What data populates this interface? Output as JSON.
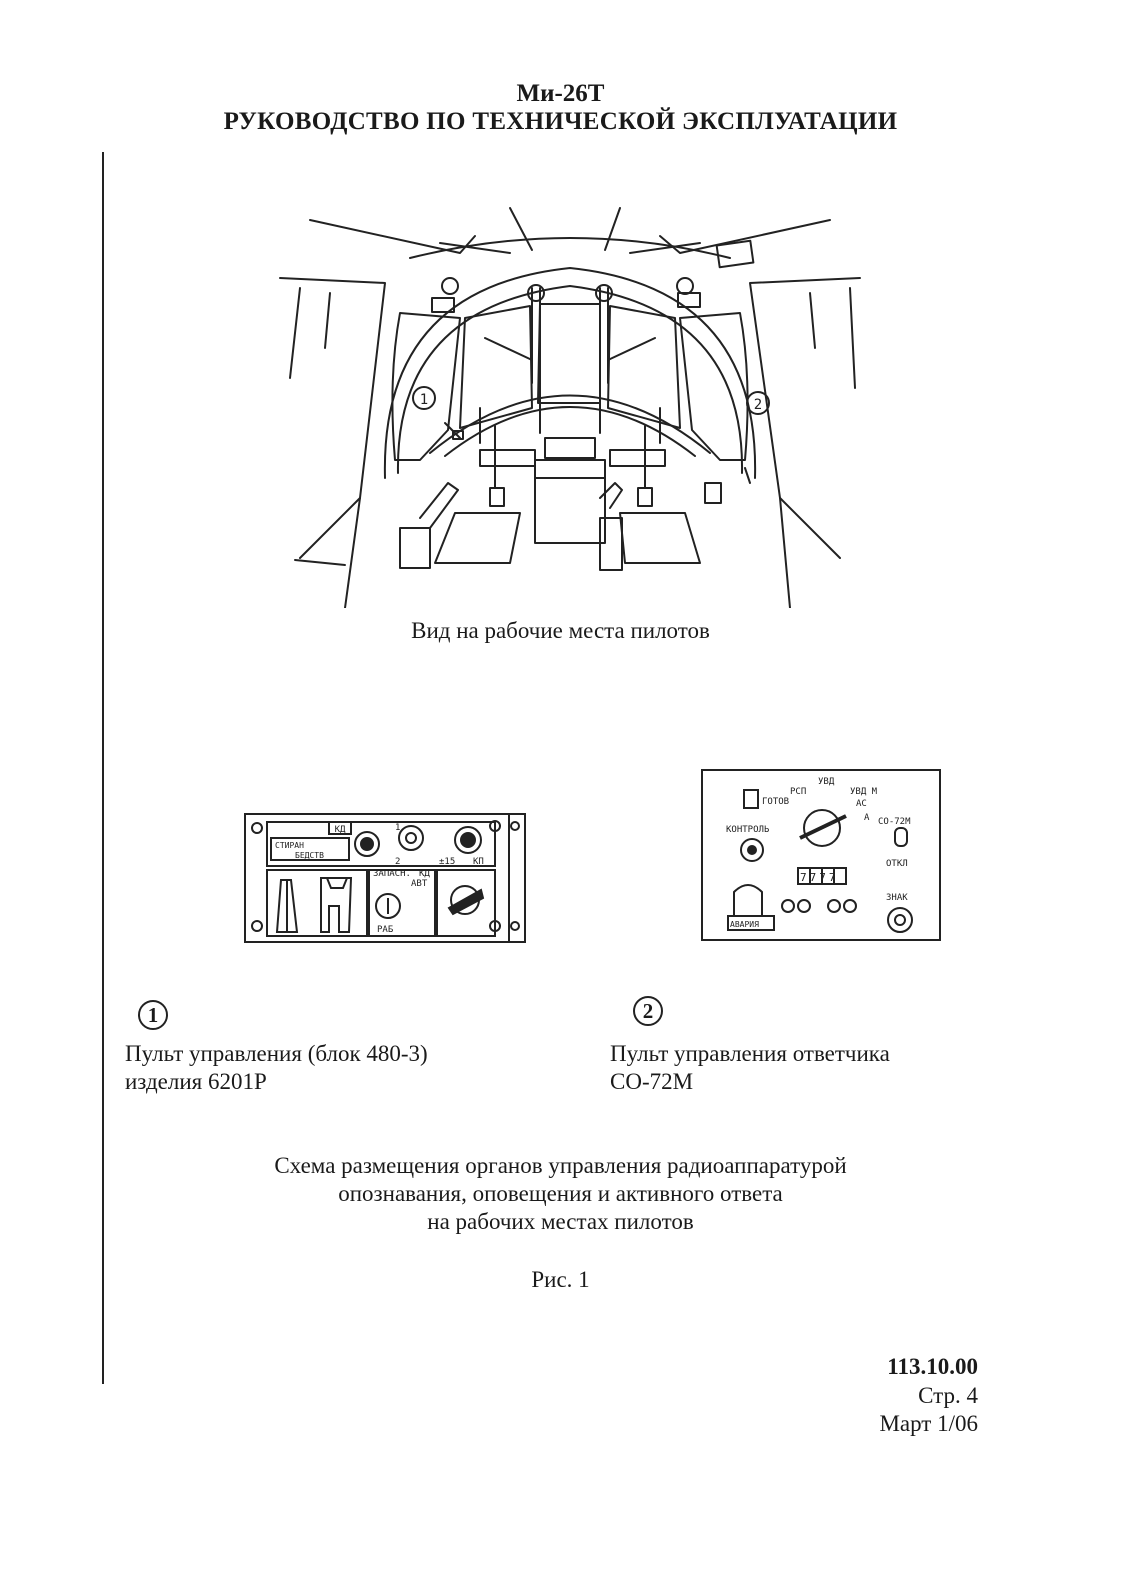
{
  "header": {
    "model": "Ми-26Т",
    "title": "РУКОВОДСТВО ПО ТЕХНИЧЕСКОЙ ЭКСПЛУАТАЦИИ"
  },
  "cockpit": {
    "caption": "Вид на рабочие места пилотов",
    "callout_1": "1",
    "callout_2": "2"
  },
  "panel_1": {
    "number": "1",
    "label_line1": "Пульт управления (блок 480-3)",
    "label_line2": "изделия 6201Р",
    "marks": {
      "kd_top": "КД",
      "stiran_1": "СТИРАН",
      "stiran_2": "БЕДСТВ",
      "one": "1",
      "two": "2",
      "pm15": "±15",
      "kp": "КП",
      "zapasn": "ЗАПАСН.",
      "kd_mid": "КД",
      "avt": "АВТ",
      "rab": "РАБ"
    }
  },
  "panel_2": {
    "number": "2",
    "label_line1": "Пульт управления ответчика",
    "label_line2": "СО-72М",
    "marks": {
      "rsp": "РСП",
      "uvd": "УВД",
      "uvdm": "УВД М",
      "gotov": "ГОТОВ",
      "as": "АС",
      "a": "А",
      "kontrol": "КОНТРОЛЬ",
      "so72m": "СО-72М",
      "otkl": "ОТКЛ",
      "code": "7777",
      "znak": "ЗНАК",
      "avaria": "АВАРИЯ"
    }
  },
  "caption": {
    "line1": "Схема размещения органов управления радиоаппаратурой",
    "line2": "опознавания, оповещения и активного ответа",
    "line3": "на рабочих местах пилотов",
    "figure": "Рис. 1"
  },
  "footer": {
    "doc_number": "113.10.00",
    "page": "Стр. 4",
    "date": "Март 1/06"
  }
}
